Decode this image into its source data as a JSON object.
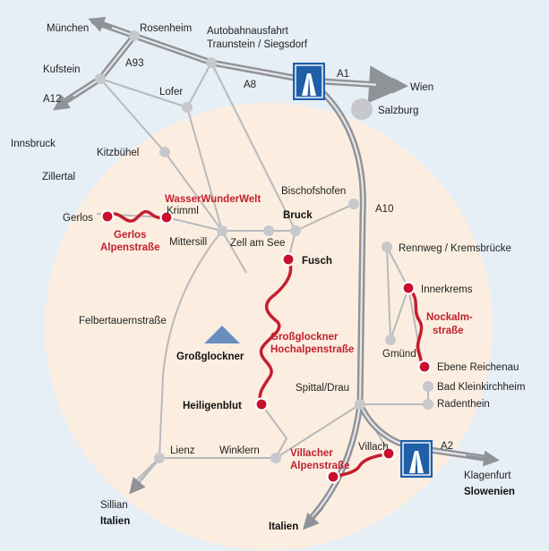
{
  "labels": {
    "muenchen": "München",
    "rosenheim": "Rosenheim",
    "autobahnausfahrt_1": "Autobahnausfahrt",
    "autobahnausfahrt_2": "Traunstein / Siegsdorf",
    "kufstein": "Kufstein",
    "a93": "A93",
    "a12": "A12",
    "a8": "A8",
    "a1": "A1",
    "wien": "Wien",
    "lofer": "Lofer",
    "salzburg": "Salzburg",
    "innsbruck": "Innsbruck",
    "kitzbuehel": "Kitzbühel",
    "zillertal": "Zillertal",
    "bischofshofen": "Bischofshofen",
    "a10": "A10",
    "gerlos": "Gerlos",
    "krimml": "Krimml",
    "mittersill": "Mittersill",
    "zell_am_see": "Zell am See",
    "bruck": "Bruck",
    "fusch": "Fusch",
    "rennweg": "Rennweg / Kremsbrücke",
    "innerkrems": "Innerkrems",
    "felbertauernstrasse": "Felbertauernstraße",
    "grossglockner": "Großglockner",
    "gmuend": "Gmünd",
    "ebene_reichenau": "Ebene Reichenau",
    "bad_kleinkirchheim": "Bad Kleinkirchheim",
    "spittal": "Spittal/Drau",
    "radenthein": "Radenthein",
    "heiligenblut": "Heiligenblut",
    "villach": "Villach",
    "a2": "A2",
    "lienz": "Lienz",
    "winklern": "Winklern",
    "klagenfurt": "Klagenfurt",
    "slowenien": "Slowenien",
    "sillian": "Sillian",
    "italien_left": "Italien",
    "italien_bottom": "Italien"
  },
  "routes": {
    "wasserwunderwelt": "WasserWunderWelt",
    "gerlos_1": "Gerlos",
    "gerlos_2": "Alpenstraße",
    "grossglockner_1": "Großglockner",
    "grossglockner_2": "Hochalpenstraße",
    "nockalm_1": "Nockalm-",
    "nockalm_2": "straße",
    "villacher_1": "Villacher",
    "villacher_2": "Alpenstraße"
  },
  "colors": {
    "background": "#e6eef6",
    "circle": "#fbeee0",
    "scenic_route": "#c41e30",
    "motorway_sign": "#1f5fa8",
    "mountain": "#6a8fbf"
  },
  "icons": {
    "motorway_sign": "motorway-sign-icon",
    "mountain": "mountain-peak-icon"
  }
}
